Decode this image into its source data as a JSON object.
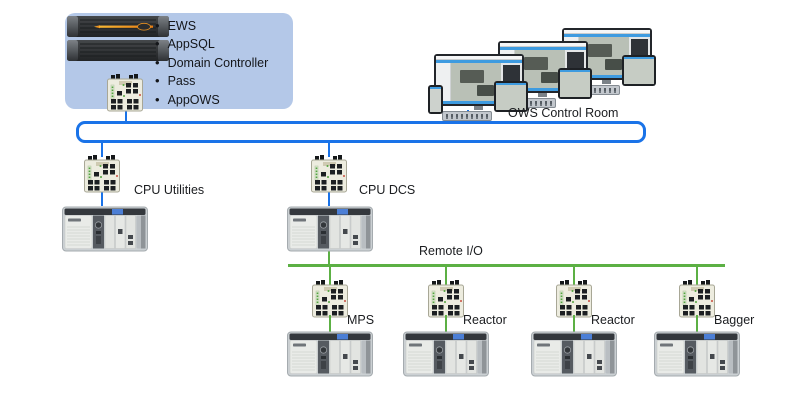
{
  "diagram": {
    "server_group": {
      "items": [
        "EWS",
        "AppSQL",
        "Domain Controller",
        "Pass",
        "AppOWS"
      ]
    },
    "ows": {
      "label": "OWS Control Room"
    },
    "nodes": {
      "cpu_utilities": {
        "label": "CPU Utilities"
      },
      "cpu_dcs": {
        "label": "CPU DCS"
      }
    },
    "remote_io": {
      "label": "Remote I/O"
    },
    "remote_nodes": [
      {
        "label": "MPS"
      },
      {
        "label": "Reactor"
      },
      {
        "label": "Reactor"
      },
      {
        "label": "Bagger"
      }
    ],
    "colors": {
      "network_blue": "#1a73e8",
      "io_green": "#5cb044",
      "server_box_fill": "#b4c8e8"
    }
  }
}
